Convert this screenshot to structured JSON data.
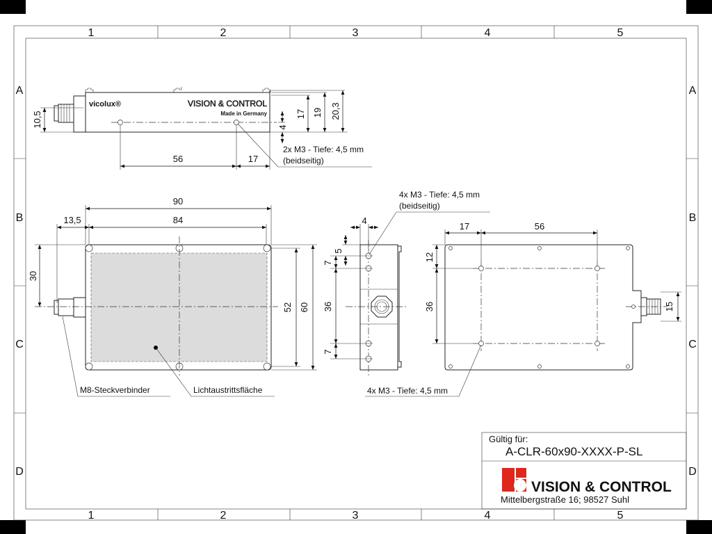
{
  "frame": {
    "columns": [
      "1",
      "2",
      "3",
      "4",
      "5"
    ],
    "rows": [
      "A",
      "B",
      "C",
      "D"
    ]
  },
  "side_view": {
    "brand": "vicolux®",
    "logo_text": "VISION & CONTROL",
    "made_in": "Made in Germany",
    "dims": {
      "connector_height": "10,5",
      "hole_spacing": "56",
      "hole_offset": "17",
      "hole_height": "4",
      "h17": "17",
      "h19": "19",
      "h20": "20,3"
    },
    "note_line1": "2x M3 - Tiefe: 4,5 mm",
    "note_line2": "(beidseitig)"
  },
  "front_view": {
    "dims": {
      "width_total": "90",
      "hole_spacing": "84",
      "connector_offset": "13,5",
      "connector_height": "30",
      "hole_height": "52",
      "height_total": "60"
    },
    "connector_label": "M8-Steckverbinder",
    "light_label": "Lichtaustrittsfläche"
  },
  "end_view": {
    "dims": {
      "offset": "4",
      "top": "5",
      "gap_top": "7",
      "spacing": "36",
      "gap_bottom": "7"
    },
    "note_line1": "4x M3 - Tiefe: 4,5 mm",
    "note_line2": "(beidseitig)"
  },
  "back_view": {
    "dims": {
      "offset": "17",
      "spacing": "56",
      "top": "12",
      "vertical": "36",
      "connector": "15"
    },
    "note": "4x M3 - Tiefe: 4,5 mm"
  },
  "title_block": {
    "valid_for_label": "Gültig für:",
    "model": "A-CLR-60x90-XXXX-P-SL",
    "company": "VISION & CONTROL",
    "address": "Mittelbergstraße 16; 98527 Suhl",
    "logo_color": "#e1261c"
  }
}
